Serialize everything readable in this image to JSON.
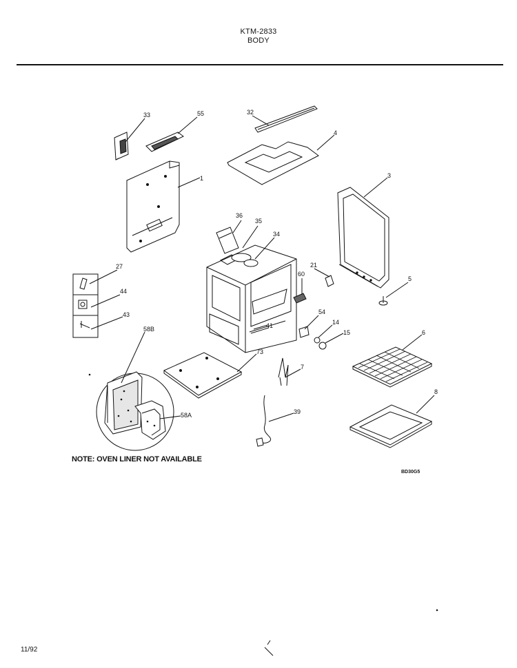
{
  "header": {
    "model": "KTM-2833",
    "section": "BODY"
  },
  "parts": {
    "p33": "33",
    "p55": "55",
    "p32": "32",
    "p4": "4",
    "p1": "1",
    "p3": "3",
    "p36": "36",
    "p35": "35",
    "p34": "34",
    "p21": "21",
    "p60": "60",
    "p5": "5",
    "p27": "27",
    "p44": "44",
    "p43": "43",
    "p58b": "58B",
    "p54": "54",
    "p14": "14",
    "p15": "15",
    "p41": "41",
    "p6": "6",
    "p73": "73",
    "p7": "7",
    "p58a": "58A",
    "p39": "39",
    "p8": "8"
  },
  "note": "NOTE: OVEN LINER NOT AVAILABLE",
  "diagram_code": "BD30G5",
  "date": "11/92"
}
